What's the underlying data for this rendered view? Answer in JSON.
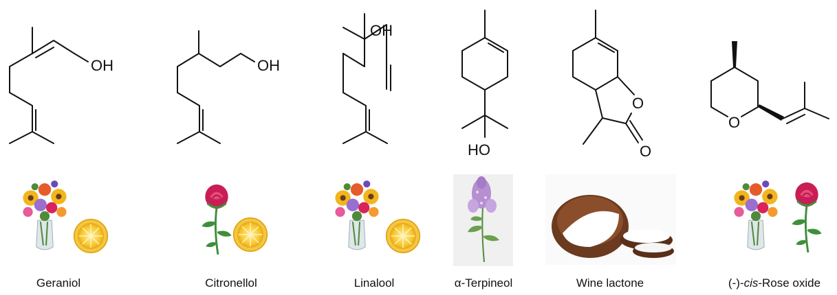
{
  "compounds": [
    {
      "name": "Geraniol",
      "labels": {
        "oh": "OH"
      },
      "icons": [
        "flower-bouquet-icon",
        "lemon-slice-icon"
      ]
    },
    {
      "name": "Citronellol",
      "labels": {
        "oh": "OH"
      },
      "icons": [
        "rose-icon",
        "lemon-slice-icon"
      ]
    },
    {
      "name": "Linalool",
      "labels": {
        "oh": "OH"
      },
      "icons": [
        "flower-bouquet-icon",
        "lemon-slice-icon"
      ]
    },
    {
      "name": "α-Terpineol",
      "labels": {
        "oh": "HO"
      },
      "icons": [
        "lilac-icon"
      ]
    },
    {
      "name": "Wine lactone",
      "labels": {
        "o1": "O",
        "o2": "O"
      },
      "icons": [
        "coconut-icon"
      ]
    },
    {
      "name_prefix": "(-)-",
      "name_italic": "cis",
      "name_suffix": "-Rose oxide",
      "labels": {
        "o": "O"
      },
      "icons": [
        "flower-bouquet-icon",
        "rose-icon"
      ]
    }
  ],
  "colors": {
    "ink": "#111111",
    "lemon": "#f4b81c",
    "rose": "#d8245a",
    "leaf": "#3f8f3a",
    "lilac": "#b58fd0",
    "coconut": "#6b3a1f"
  }
}
